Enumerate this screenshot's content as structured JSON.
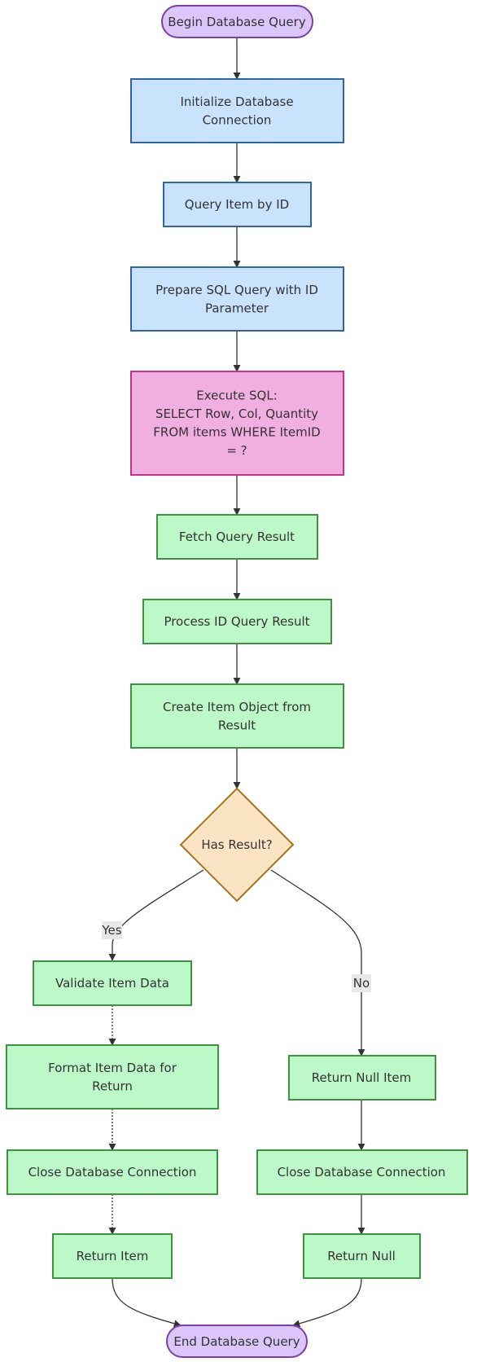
{
  "colors": {
    "terminal_fill": "#dcc6f9",
    "terminal_stroke": "#7b3fa8",
    "setup_fill": "#c9e3fc",
    "setup_stroke": "#2d65a8",
    "sql_fill": "#f1aee0",
    "sql_stroke": "#cc2f8a",
    "process_fill": "#bdf8c8",
    "process_stroke": "#3c943c",
    "decision_fill": "#fbe4c4",
    "decision_stroke": "#a8751d",
    "edge": "#333333"
  },
  "nodes": {
    "begin": {
      "lines": [
        "Begin Database Query"
      ]
    },
    "init_conn": {
      "lines": [
        "Initialize Database",
        "Connection"
      ]
    },
    "query_item": {
      "lines": [
        "Query Item by ID"
      ]
    },
    "prepare_sql": {
      "lines": [
        "Prepare SQL Query with ID",
        "Parameter"
      ]
    },
    "execute_sql": {
      "lines": [
        "Execute SQL:",
        "SELECT Row, Col, Quantity",
        "FROM items WHERE ItemID",
        "= ?"
      ]
    },
    "fetch_result": {
      "lines": [
        "Fetch Query Result"
      ]
    },
    "process_result": {
      "lines": [
        "Process ID Query Result"
      ]
    },
    "create_item": {
      "lines": [
        "Create Item Object from",
        "Result"
      ]
    },
    "has_result": {
      "lines": [
        "Has Result?"
      ]
    },
    "validate": {
      "lines": [
        "Validate Item Data"
      ]
    },
    "format": {
      "lines": [
        "Format Item Data for",
        "Return"
      ]
    },
    "close_left": {
      "lines": [
        "Close Database Connection"
      ]
    },
    "return_item": {
      "lines": [
        "Return Item"
      ]
    },
    "return_null_item": {
      "lines": [
        "Return Null Item"
      ]
    },
    "close_right": {
      "lines": [
        "Close Database Connection"
      ]
    },
    "return_null": {
      "lines": [
        "Return Null"
      ]
    },
    "end": {
      "lines": [
        "End Database Query"
      ]
    }
  },
  "edge_labels": {
    "yes": "Yes",
    "no": "No"
  }
}
